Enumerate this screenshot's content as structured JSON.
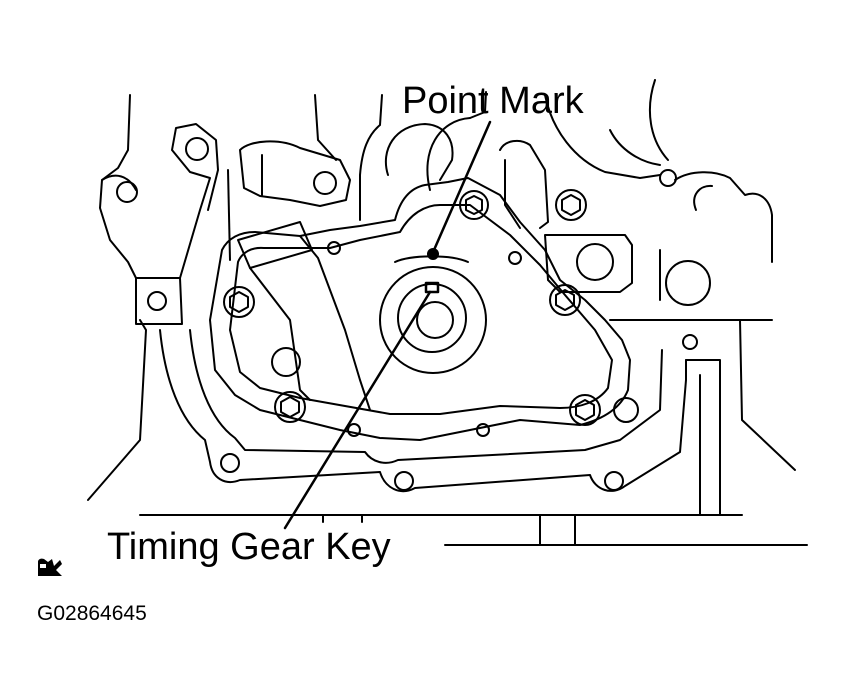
{
  "labels": {
    "point_mark": "Point Mark",
    "timing_gear_key": "Timing Gear Key"
  },
  "figure_id": "G02864645",
  "icons": {
    "publisher_logo": "publisher-logo-icon"
  },
  "colors": {
    "ink": "#000000",
    "paper": "#ffffff"
  }
}
